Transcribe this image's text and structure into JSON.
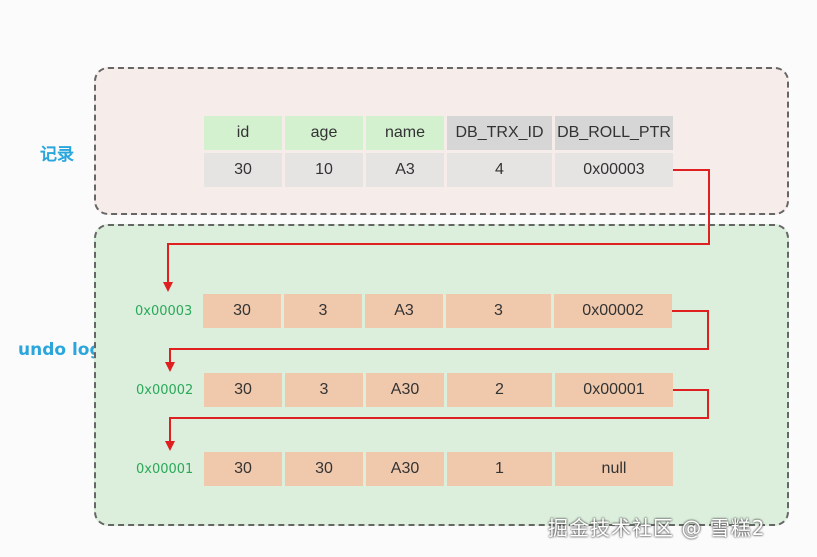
{
  "labels": {
    "record": "记录",
    "undo_log": "undo log"
  },
  "record_table": {
    "headers": [
      "id",
      "age",
      "name",
      "DB_TRX_ID",
      "DB_ROLL_PTR"
    ],
    "row": [
      "30",
      "10",
      "A3",
      "4",
      "0x00003"
    ]
  },
  "undo_rows": [
    {
      "address": "0x00003",
      "values": [
        "30",
        "3",
        "A3",
        "3",
        "0x00002"
      ]
    },
    {
      "address": "0x00002",
      "values": [
        "30",
        "3",
        "A30",
        "2",
        "0x00001"
      ]
    },
    {
      "address": "0x00001",
      "values": [
        "30",
        "30",
        "A30",
        "1",
        "null"
      ]
    }
  ],
  "colors": {
    "arrow": "#e02020",
    "record_section_label": "#2aa6dc",
    "address_text": "#2ba85a"
  },
  "watermark": "掘金技术社区 @ 雪糕2"
}
